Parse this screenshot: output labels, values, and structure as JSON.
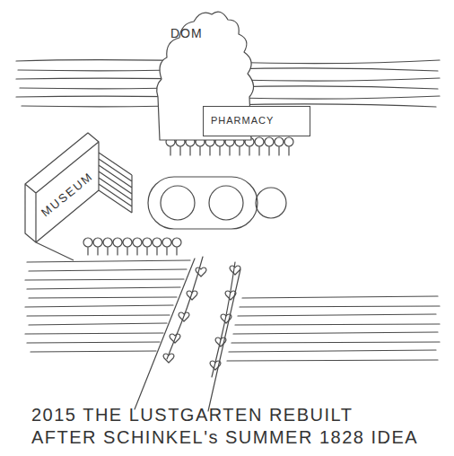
{
  "diagram": {
    "caption": "2015 THE LUSTGARTEN REBUILT AFTER SCHINKEL's SUMMER 1828 IDEA",
    "nodes": [
      {
        "text": [
          "DOM"
        ]
      },
      {
        "text": [
          "PHARMACY"
        ]
      },
      {
        "text": [
          "MUSEUM"
        ]
      }
    ]
  }
}
